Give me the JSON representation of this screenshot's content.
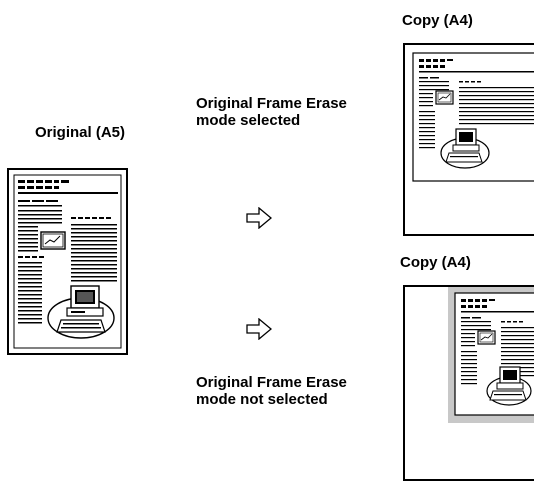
{
  "original": {
    "label": "Original  (A5)"
  },
  "frame_erase_selected": {
    "line1": "Original Frame Erase",
    "line2": "mode selected"
  },
  "frame_erase_not_selected": {
    "line1": "Original Frame Erase",
    "line2": "mode not selected"
  },
  "copy_top": {
    "label": "Copy (A4)"
  },
  "copy_bottom": {
    "label": "Copy (A4)"
  },
  "icons": {
    "arrow": "right-arrow-outline",
    "document": "document-page",
    "computer": "computer-illustration",
    "chart": "line-chart-thumbnail"
  }
}
